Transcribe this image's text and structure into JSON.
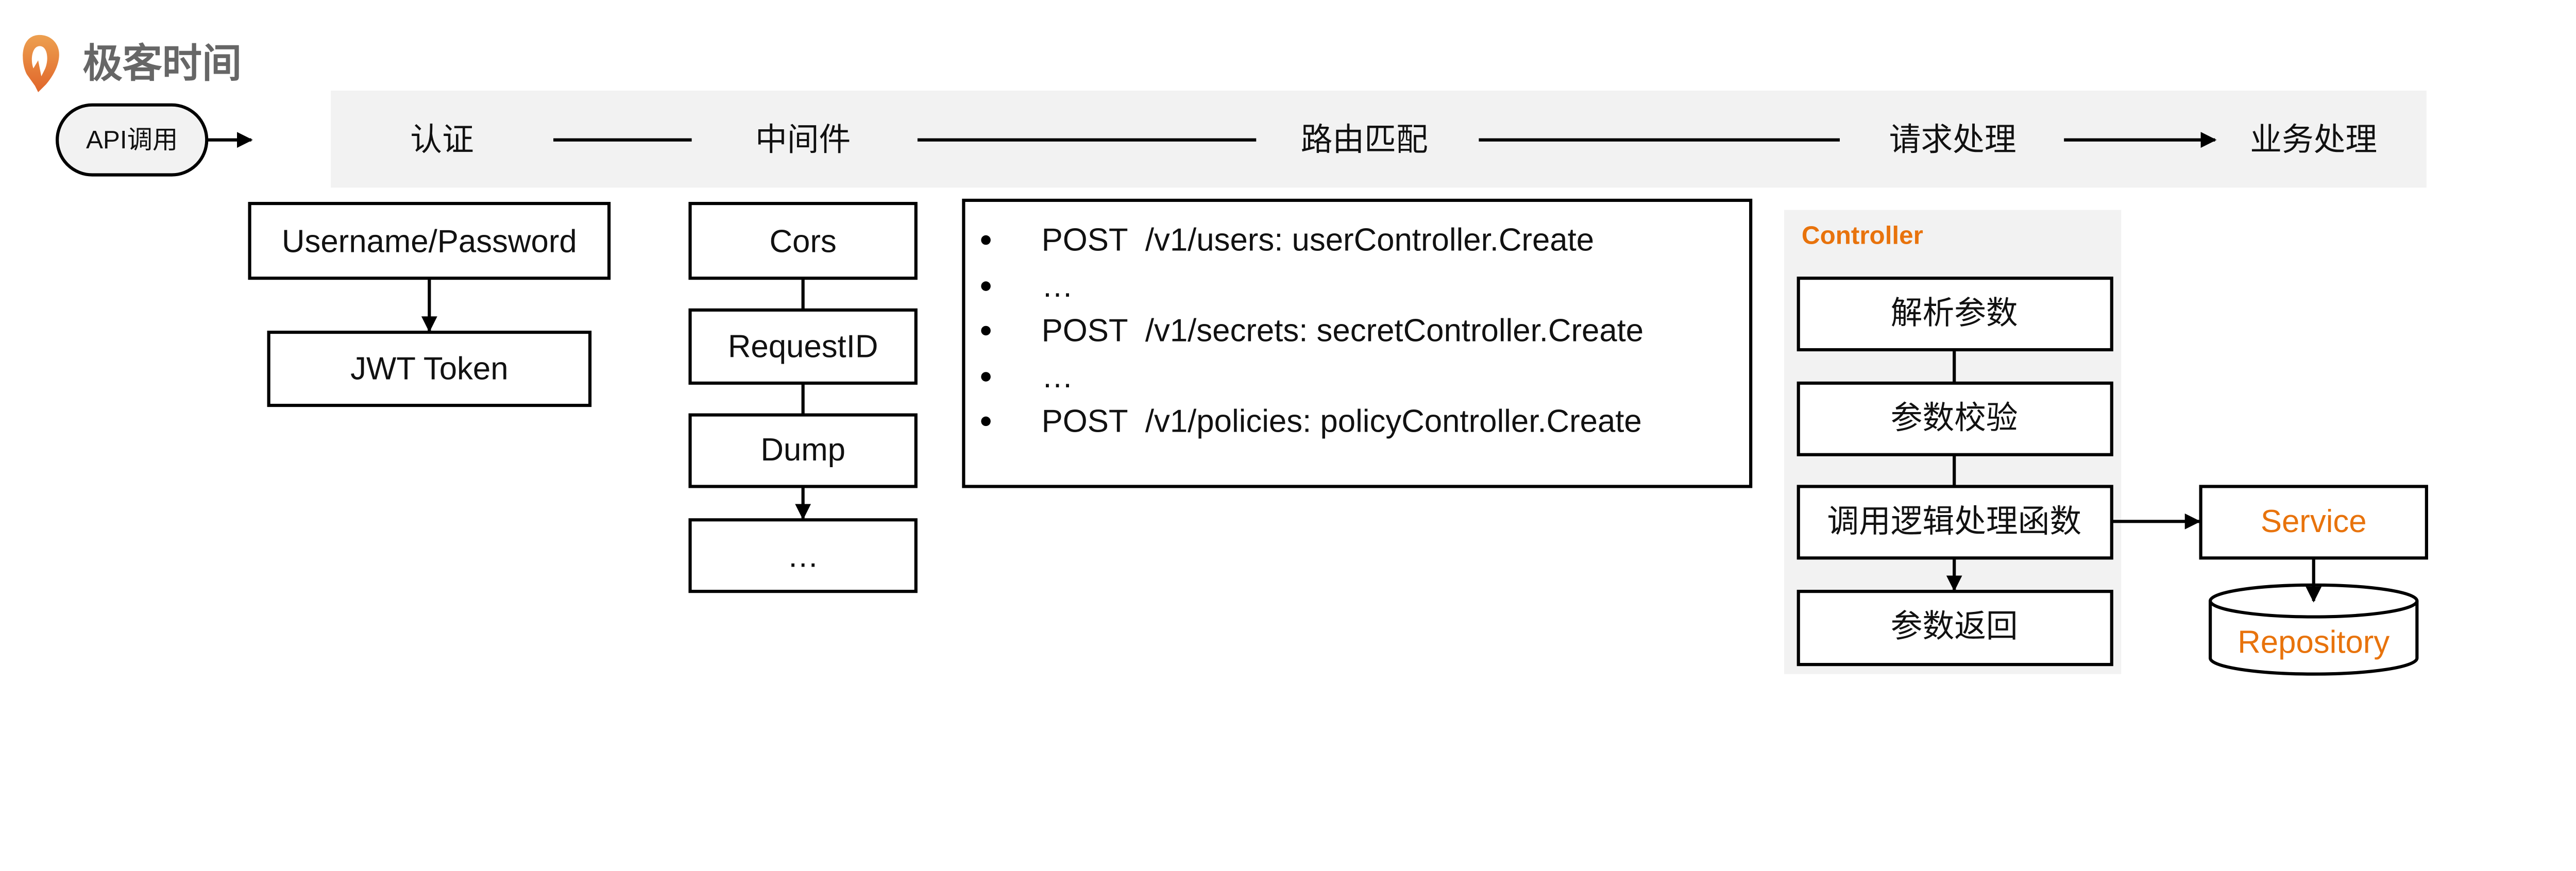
{
  "logo": {
    "text": "极客时间",
    "color": "#e8730c"
  },
  "start": {
    "label": "API调用"
  },
  "pipeline": {
    "stages": [
      "认证",
      "中间件",
      "路由匹配",
      "请求处理",
      "业务处理"
    ]
  },
  "auth": {
    "items": [
      "Username/Password",
      "JWT Token"
    ]
  },
  "middleware": {
    "items": [
      "Cors",
      "RequestID",
      "Dump",
      "…"
    ]
  },
  "routes": {
    "items": [
      "POST  /v1/users: userController.Create",
      "…",
      "POST  /v1/secrets: secretController.Create",
      "…",
      "POST  /v1/policies: policyController.Create"
    ]
  },
  "controller": {
    "title": "Controller",
    "steps": [
      "解析参数",
      "参数校验",
      "调用逻辑处理函数",
      "参数返回"
    ]
  },
  "business": {
    "service": "Service",
    "repository": "Repository"
  },
  "colors": {
    "accent": "#e8730c",
    "panel": "#f2f2f2",
    "stroke": "#000000"
  }
}
